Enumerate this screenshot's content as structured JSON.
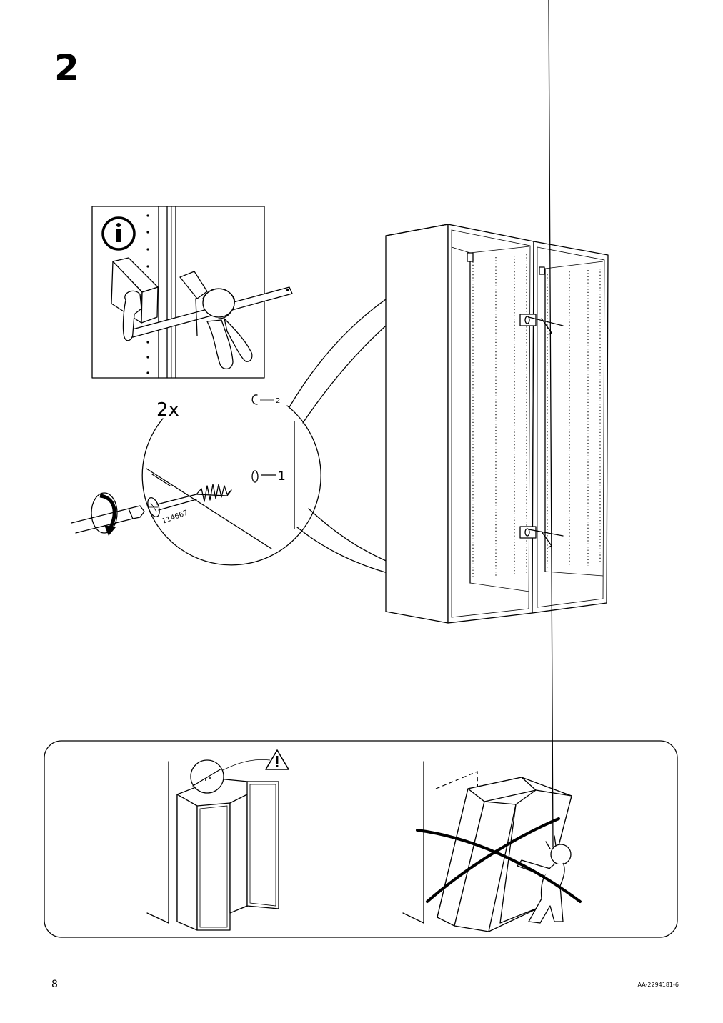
{
  "step": {
    "number": "2"
  },
  "detail": {
    "quantity": "2x",
    "part_number": "114667",
    "callout_1": "1",
    "callout_2": "2",
    "info_icon": "info-icon"
  },
  "warning": {
    "icon": "warning-triangle-icon"
  },
  "footer": {
    "page_number": "8",
    "document_code": "AA-2294181-6"
  }
}
